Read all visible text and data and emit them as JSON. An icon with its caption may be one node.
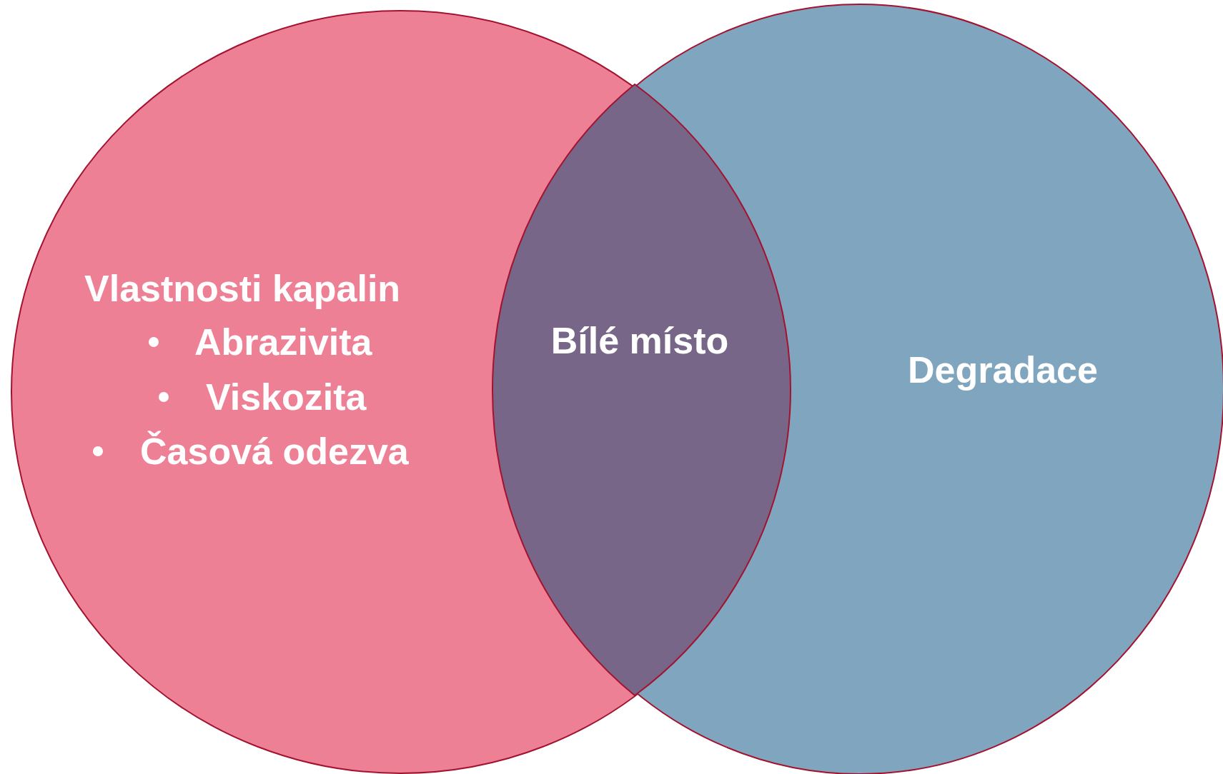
{
  "diagram": {
    "nodes": [
      {
        "text": [
          "Vlastnosti kapalin",
          "Abrazivita",
          "Viskozita",
          "Časová odezva"
        ]
      },
      {
        "text": [
          "Degradace"
        ]
      },
      {
        "text": [
          "Bílé místo"
        ]
      }
    ]
  }
}
